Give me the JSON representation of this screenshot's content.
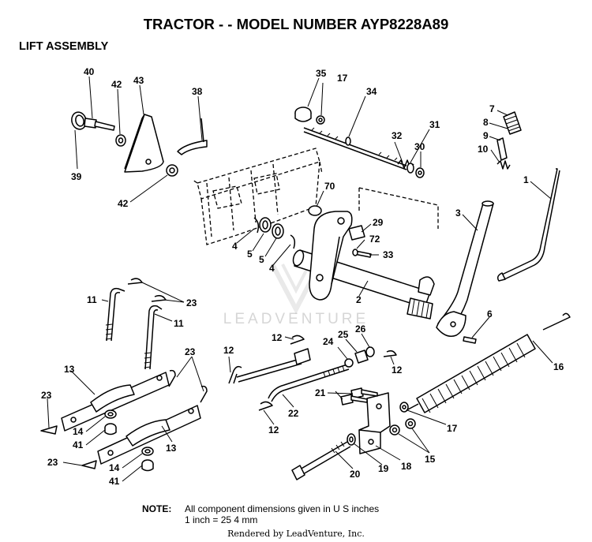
{
  "header": {
    "title": "TRACTOR - - MODEL NUMBER AYP8228A89",
    "section": "LIFT ASSEMBLY"
  },
  "note": {
    "label": "NOTE:",
    "line1": "All component dimensions given in U S  inches",
    "line2": "1 inch = 25 4 mm"
  },
  "watermark": "LEADVENTURE",
  "footer": "Rendered by LeadVenture, Inc.",
  "callouts": {
    "c40": "40",
    "c42a": "42",
    "c43": "43",
    "c39": "39",
    "c42b": "42",
    "c38": "38",
    "c35": "35",
    "c17a": "17",
    "c34": "34",
    "c32": "32",
    "c31": "31",
    "c30": "30",
    "c7": "7",
    "c8": "8",
    "c9": "9",
    "c10": "10",
    "c1": "1",
    "c3": "3",
    "c70": "70",
    "c29": "29",
    "c72": "72",
    "c33": "33",
    "c4a": "4",
    "c5a": "5",
    "c5b": "5",
    "c4b": "4",
    "c2": "2",
    "c6": "6",
    "c11a": "11",
    "c23a": "23",
    "c11b": "11",
    "c23b": "23",
    "c13a": "13",
    "c23c": "23",
    "c14a": "14",
    "c41a": "41",
    "c13b": "13",
    "c23d": "23",
    "c14b": "14",
    "c41b": "41",
    "c12a": "12",
    "c24": "24",
    "c25": "25",
    "c26": "26",
    "c12b": "12",
    "c12c": "12",
    "c22": "22",
    "c12d": "12",
    "c21": "21",
    "c16": "16",
    "c17b": "17",
    "c15": "15",
    "c18": "18",
    "c19": "19",
    "c20": "20"
  }
}
